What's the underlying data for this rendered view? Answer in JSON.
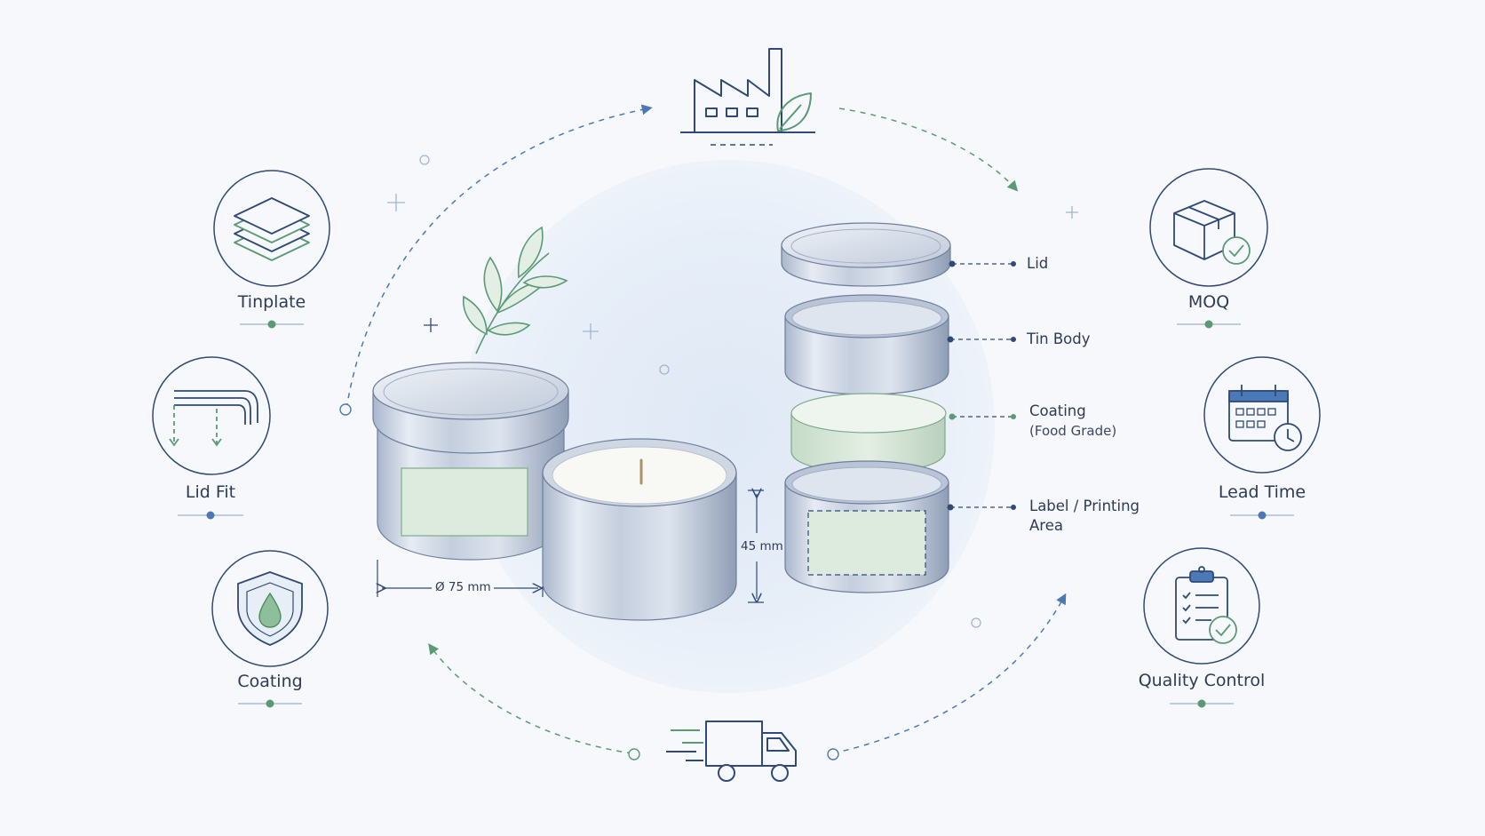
{
  "features": [
    {
      "id": "tinplate",
      "label": "Tinplate",
      "icon": "layers-icon"
    },
    {
      "id": "lid-fit",
      "label": "Lid Fit",
      "icon": "lid-fit-icon"
    },
    {
      "id": "coating",
      "label": "Coating",
      "icon": "shield-drop-icon"
    },
    {
      "id": "moq",
      "label": "MOQ",
      "icon": "box-check-icon"
    },
    {
      "id": "lead-time",
      "label": "Lead Time",
      "icon": "calendar-clock-icon"
    },
    {
      "id": "quality-control",
      "label": "Quality Control",
      "icon": "clipboard-check-icon"
    }
  ],
  "callouts": {
    "lid": "Lid",
    "tin_body": "Tin Body",
    "coating": "Coating",
    "coating_sub": "(Food Grade)",
    "label_line1": "Label / Printing",
    "label_line2": "Area"
  },
  "dimensions": {
    "diameter": "Ø 75 mm",
    "height": "45 mm"
  },
  "colors": {
    "navy": "#2f4a78",
    "accent_blue": "#4a79b5",
    "green": "#5a9a74",
    "label_green": "#dcebdd",
    "metal": "#c7d1e0"
  },
  "flow_icons": [
    "factory-icon",
    "delivery-truck-icon"
  ]
}
